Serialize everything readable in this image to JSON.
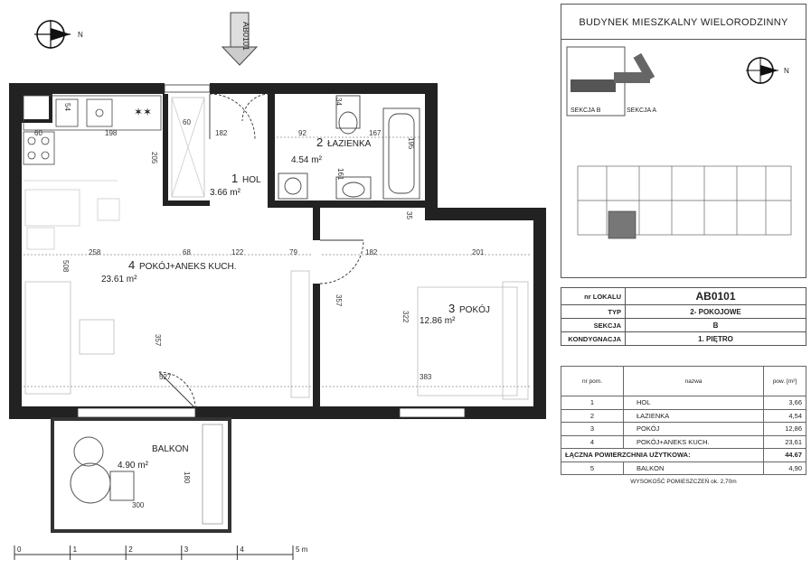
{
  "building_title": "BUDYNEK MIESZKALNY WIELORODZINNY",
  "section_b_label": "SEKCJA B",
  "section_a_label": "SEKCJA A",
  "unit_arrow_label": "AB0101",
  "north_letter": "N",
  "info": [
    {
      "key": "nr LOKALU",
      "value": "AB0101"
    },
    {
      "key": "TYP",
      "value": "2- POKOJOWE"
    },
    {
      "key": "SEKCJA",
      "value": "B"
    },
    {
      "key": "KONDYGNACJA",
      "value": "1. PIĘTRO"
    }
  ],
  "rooms_header": {
    "no": "nr pom.",
    "name": "nazwa",
    "area": "pow. [m²]"
  },
  "rooms": [
    {
      "no": "1",
      "name": "HOL",
      "area": "3,66"
    },
    {
      "no": "2",
      "name": "ŁAZIENKA",
      "area": "4,54"
    },
    {
      "no": "3",
      "name": "POKÓJ",
      "area": "12,86"
    },
    {
      "no": "4",
      "name": "POKÓJ+ANEKS KUCH.",
      "area": "23,61"
    }
  ],
  "total": {
    "label": "ŁĄCZNA POWIERZCHNIA UŻYTKOWA:",
    "area": "44.67"
  },
  "balcony_row": {
    "no": "5",
    "name": "BALKON",
    "area": "4,90"
  },
  "height_note": "WYSOKOŚĆ POMIESZCZEŃ ok. 2,70m",
  "plan_rooms": [
    {
      "no": "1",
      "name": "HOL",
      "area": "3.66 m²"
    },
    {
      "no": "2",
      "name": "ŁAZIENKA",
      "area": "4.54 m²"
    },
    {
      "no": "3",
      "name": "POKÓJ",
      "area": "12.86 m²"
    },
    {
      "no": "4",
      "name": "POKÓJ+ANEKS KUCH.",
      "area": "23.61 m²"
    },
    {
      "name": "BALKON",
      "area": "4.90 m²"
    }
  ],
  "dims": {
    "d60a": "60",
    "d198": "198",
    "d60b": "60",
    "d182a": "182",
    "d92": "92",
    "d167": "167",
    "d205": "205",
    "d34": "34",
    "d195": "195",
    "d161": "161",
    "d35": "35",
    "d54": "54",
    "d258": "258",
    "d68": "68",
    "d122": "122",
    "d79": "79",
    "d182b": "182",
    "d201": "201",
    "d508": "508",
    "d357a": "357",
    "d357b": "357",
    "d322": "322",
    "d527": "527",
    "d383": "383",
    "d180": "180",
    "d300": "300"
  },
  "scale_labels": [
    "0",
    "1",
    "2",
    "3",
    "4",
    "5 m"
  ]
}
